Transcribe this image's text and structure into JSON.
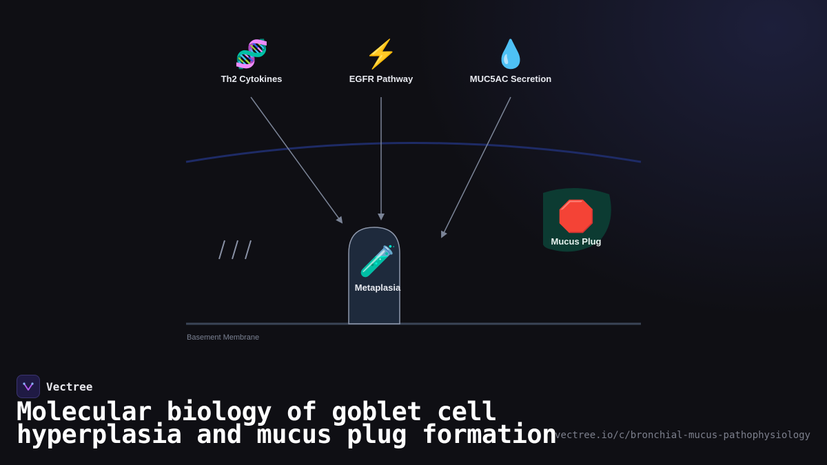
{
  "diagram": {
    "nodes": [
      {
        "icon": "dna-icon",
        "emoji": "🧬",
        "label": "Th2 Cytokines"
      },
      {
        "icon": "lightning-icon",
        "emoji": "⚡",
        "label": "EGFR Pathway"
      },
      {
        "icon": "droplet-icon",
        "emoji": "💧",
        "label": "MUC5AC Secretion"
      },
      {
        "icon": "test-tube-icon",
        "emoji": "🧪",
        "label": "Metaplasia"
      },
      {
        "icon": "stop-sign-icon",
        "emoji": "🛑",
        "label": "Mucus Plug"
      }
    ],
    "edges": [
      {
        "from": "Th2 Cytokines",
        "to": "Metaplasia"
      },
      {
        "from": "EGFR Pathway",
        "to": "Metaplasia"
      },
      {
        "from": "MUC5AC Secretion",
        "to": "Metaplasia"
      }
    ],
    "membrane_label": "Basement Membrane"
  },
  "colors": {
    "background": "#0f0f14",
    "arrow": "#7b8497",
    "airway_curve": "#1e2b66",
    "membrane": "#3b4557",
    "cell_fill": "#1e2a3c",
    "plug_fill": "#0c3b32"
  },
  "brand": {
    "name": "Vectree",
    "icon": "vectree-logo-icon"
  },
  "title": "Molecular biology of goblet cell hyperplasia and mucus plug formation",
  "url": "vectree.io/c/bronchial-mucus-pathophysiology"
}
